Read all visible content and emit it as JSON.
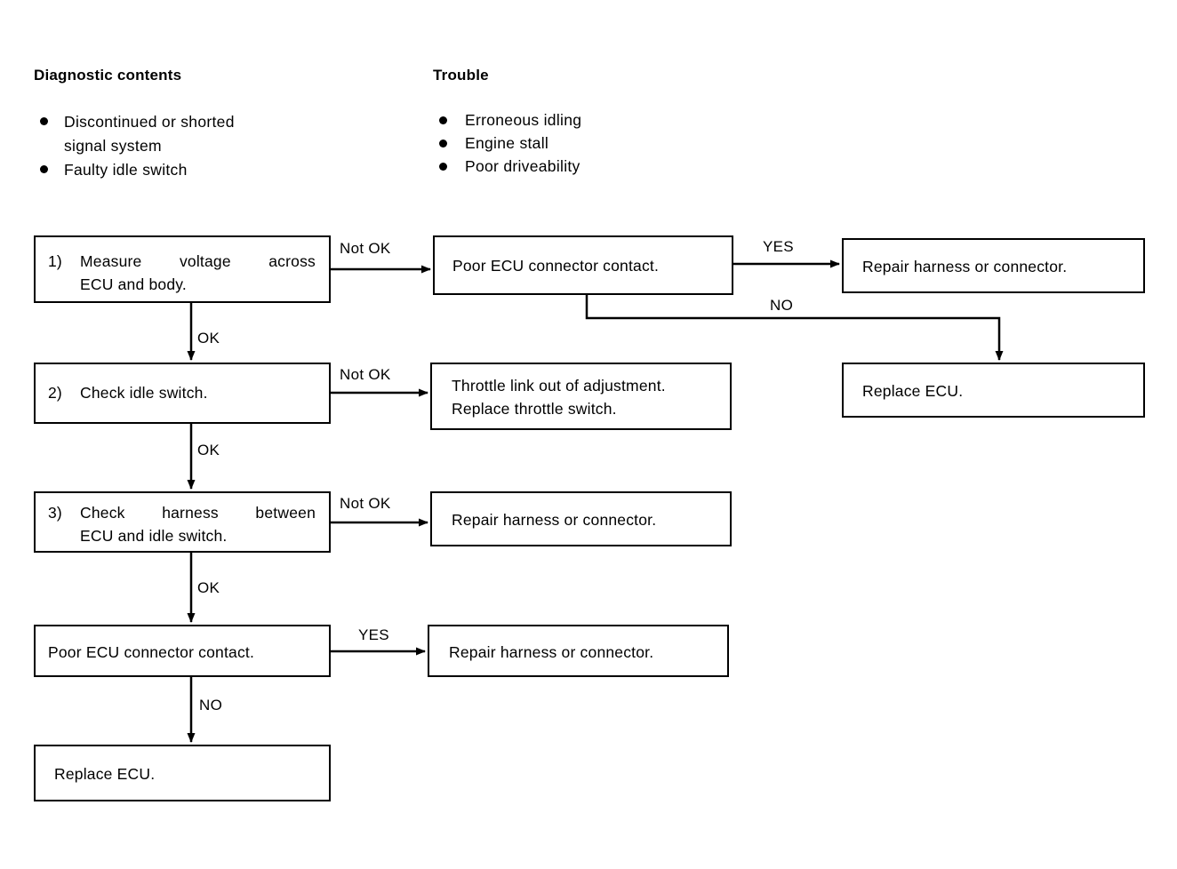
{
  "sections": {
    "diagnostic": {
      "title": "Diagnostic contents",
      "items": [
        {
          "line1": "Discontinued or shorted",
          "line2": "signal system"
        },
        {
          "line1": "Faulty idle switch",
          "line2": ""
        }
      ]
    },
    "trouble": {
      "title": "Trouble",
      "items": [
        {
          "line1": "Erroneous idling",
          "line2": ""
        },
        {
          "line1": "Engine stall",
          "line2": ""
        },
        {
          "line1": "Poor driveability",
          "line2": ""
        }
      ]
    }
  },
  "flowchart": {
    "nodes": {
      "step1": {
        "num": "1)",
        "line1": "Measure voltage across",
        "line2": "ECU and body."
      },
      "step1_fail": {
        "line1": "Poor ECU connector contact."
      },
      "step1_repair": {
        "line1": "Repair harness or connector."
      },
      "replace_ecu_right": {
        "line1": "Replace ECU."
      },
      "step2": {
        "num": "2)",
        "line1": "Check idle switch."
      },
      "step2_fail": {
        "line1": "Throttle link out of adjustment.",
        "line2": "Replace throttle switch."
      },
      "step3": {
        "num": "3)",
        "line1": "Check harness between",
        "line2": "ECU and idle switch."
      },
      "step3_fail": {
        "line1": "Repair harness or connector."
      },
      "step4": {
        "line1": "Poor ECU connector contact."
      },
      "step4_fail": {
        "line1": "Repair harness or connector."
      },
      "replace_ecu_bottom": {
        "line1": "Replace ECU."
      }
    },
    "edges": {
      "e1_notok": "Not OK",
      "e1_ok": "OK",
      "e1_yes": "YES",
      "e1_no": "NO",
      "e2_notok": "Not OK",
      "e2_ok": "OK",
      "e3_notok": "Not OK",
      "e3_ok": "OK",
      "e4_yes": "YES",
      "e4_no": "NO"
    }
  },
  "style": {
    "ink": "#000000",
    "paper": "#ffffff"
  }
}
